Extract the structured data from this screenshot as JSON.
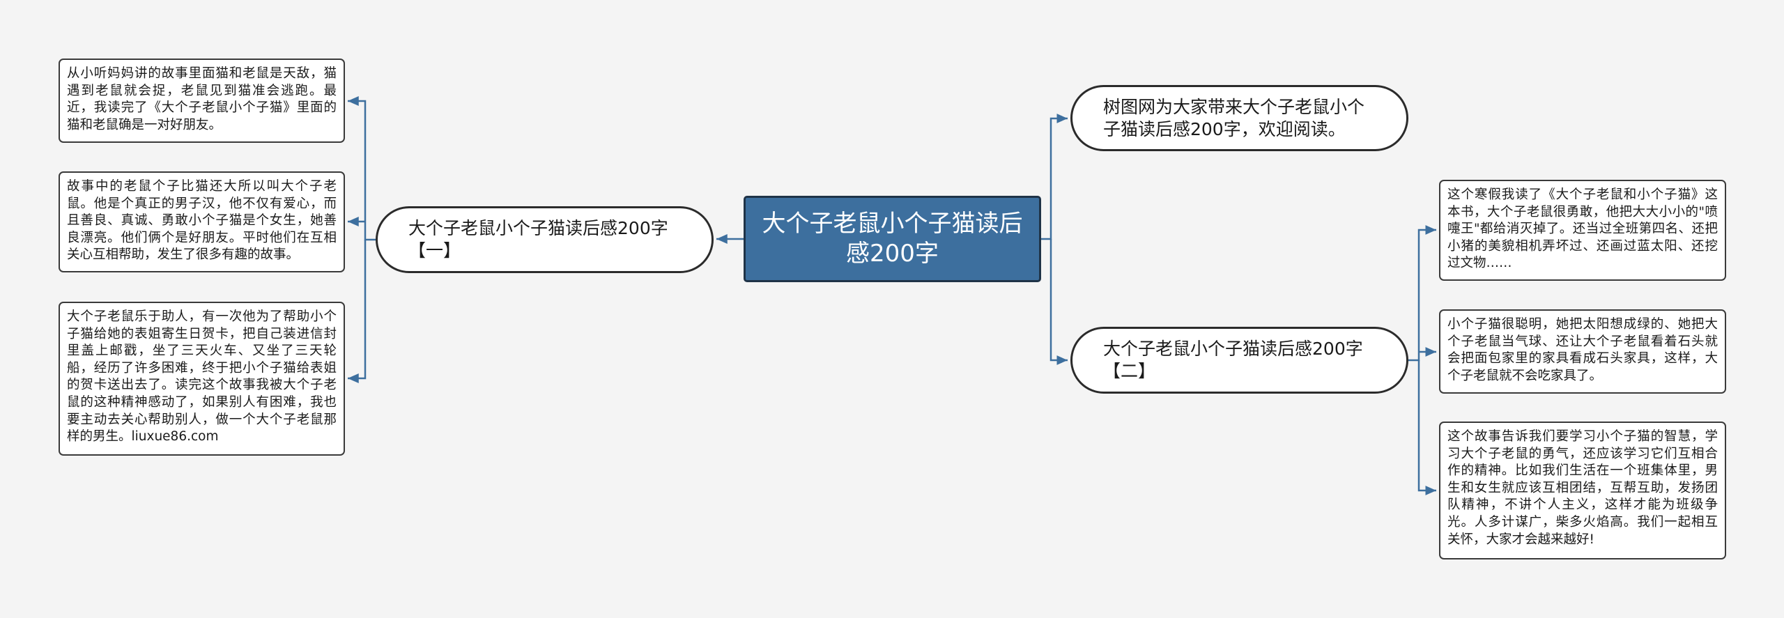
{
  "theme": {
    "line_color": "#3d6f9e",
    "root_fill": "#3d6f9e",
    "root_text": "#ffffff",
    "background": "#f4f4f4"
  },
  "root": {
    "label": "大个子老鼠小个子猫读后感200字"
  },
  "branches": {
    "part1": {
      "label": "大个子老鼠小个子猫读后感200字【一】"
    },
    "intro": {
      "label": "树图网为大家带来大个子老鼠小个子猫读后感200字，欢迎阅读。"
    },
    "part2": {
      "label": "大个子老鼠小个子猫读后感200字【二】"
    }
  },
  "leaves": {
    "part1": [
      "从小听妈妈讲的故事里面猫和老鼠是天敌，猫遇到老鼠就会捉，老鼠见到猫准会逃跑。最近，我读完了《大个子老鼠小个子猫》里面的猫和老鼠确是一对好朋友。",
      "故事中的老鼠个子比猫还大所以叫大个子老鼠。他是个真正的男子汉，他不仅有爱心，而且善良、真诚、勇敢小个子猫是个女生，她善良漂亮。他们俩个是好朋友。平时他们在互相关心互相帮助，发生了很多有趣的故事。",
      "大个子老鼠乐于助人，有一次他为了帮助小个子猫给她的表姐寄生日贺卡，把自己装进信封里盖上邮戳，坐了三天火车、又坐了三天轮船，经历了许多困难，终于把小个子猫给表姐的贺卡送出去了。读完这个故事我被大个子老鼠的这种精神感动了，如果别人有困难，我也要主动去关心帮助别人，做一个大个子老鼠那样的男生。liuxue86.com"
    ],
    "part2": [
      "这个寒假我读了《大个子老鼠和小个子猫》这本书，大个子老鼠很勇敢，他把大大小小的\"喷嚏王\"都给消灭掉了。还当过全班第四名、还把小猪的美貌相机弄坏过、还画过蓝太阳、还挖过文物……",
      "小个子猫很聪明，她把太阳想成绿的、她把大个子老鼠当气球、还让大个子老鼠看着石头就会把面包家里的家具看成石头家具，这样，大个子老鼠就不会吃家具了。",
      "这个故事告诉我们要学习小个子猫的智慧，学习大个子老鼠的勇气，还应该学习它们互相合作的精神。比如我们生活在一个班集体里，男生和女生就应该互相团结，互帮互助，发扬团队精神，不讲个人主义，这样才能为班级争光。人多计谋广，柴多火焰高。我们一起相互关怀，大家才会越来越好!"
    ]
  }
}
